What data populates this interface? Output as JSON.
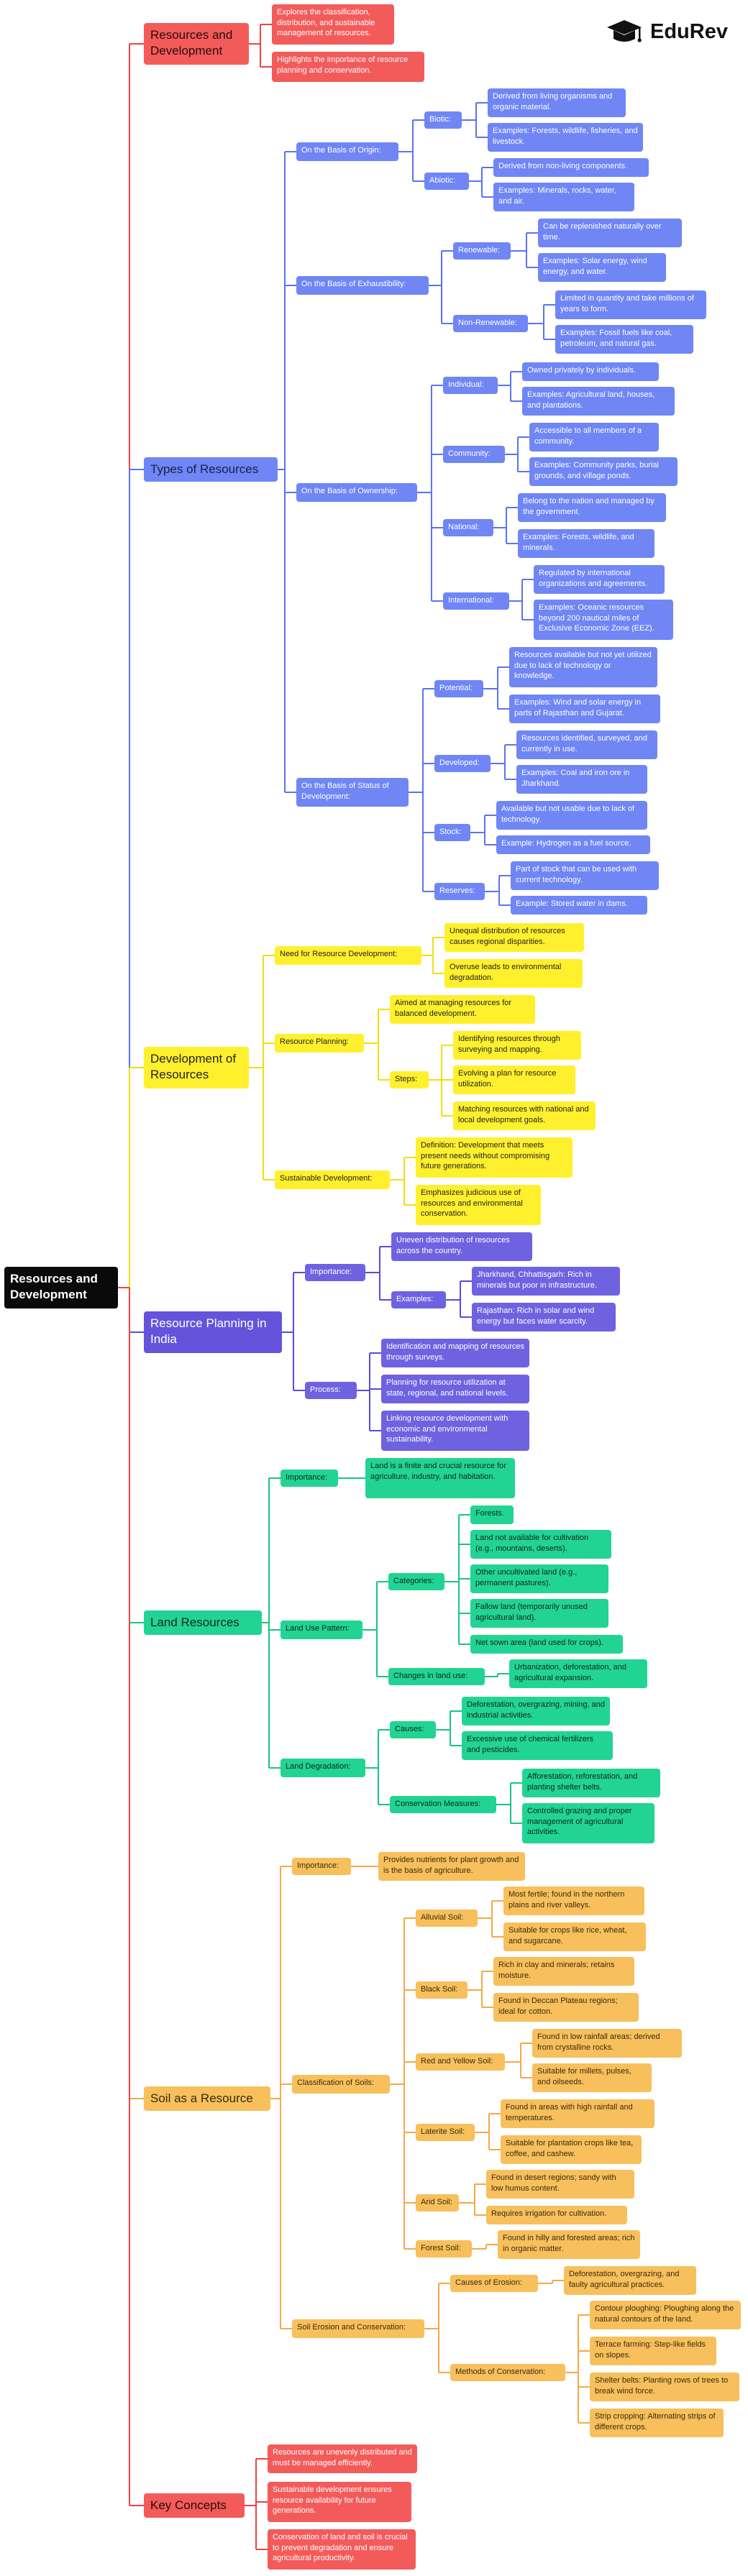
{
  "brand": {
    "name": "EduRev",
    "icon": "graduation-cap-icon"
  },
  "colors": {
    "red": "#f35b5b",
    "blue": "#6f86f4",
    "yellow": "#fff02e",
    "purple": "#6f62e0",
    "green": "#22d494",
    "orange": "#f7c05c"
  },
  "root": "Resources and Development",
  "tree": {
    "resources_and_development": {
      "label": "Resources and Development",
      "items": [
        "Explores the classification, distribution, and sustainable management of resources.",
        "Highlights the importance of resource planning and conservation."
      ]
    },
    "types": {
      "label": "Types of Resources",
      "origin": {
        "label": "On the Basis of Origin:",
        "biotic": {
          "label": "Biotic:",
          "items": [
            "Derived from living organisms and organic material.",
            "Examples: Forests, wildlife, fisheries, and livestock."
          ]
        },
        "abiotic": {
          "label": "Abiotic:",
          "items": [
            "Derived from non-living components.",
            "Examples: Minerals, rocks, water, and air."
          ]
        }
      },
      "exhaustibility": {
        "label": "On the Basis of Exhaustibility:",
        "renewable": {
          "label": "Renewable:",
          "items": [
            "Can be replenished naturally over time.",
            "Examples: Solar energy, wind energy, and water."
          ]
        },
        "nonrenewable": {
          "label": "Non-Renewable:",
          "items": [
            "Limited in quantity and take millions of years to form.",
            "Examples: Fossil fuels like coal, petroleum, and natural gas."
          ]
        }
      },
      "ownership": {
        "label": "On the Basis of Ownership:",
        "individual": {
          "label": "Individual:",
          "items": [
            "Owned privately by individuals.",
            "Examples: Agricultural land, houses, and plantations."
          ]
        },
        "community": {
          "label": "Community:",
          "items": [
            "Accessible to all members of a community.",
            "Examples: Community parks, burial grounds, and village ponds."
          ]
        },
        "national": {
          "label": "National:",
          "items": [
            "Belong to the nation and managed by the government.",
            "Examples: Forests, wildlife, and minerals."
          ]
        },
        "international": {
          "label": "International:",
          "items": [
            "Regulated by international organizations and agreements.",
            "Examples: Oceanic resources beyond 200 nautical miles of Exclusive Economic Zone (EEZ)."
          ]
        }
      },
      "status": {
        "label": "On the Basis of Status of Development:",
        "potential": {
          "label": "Potential:",
          "items": [
            "Resources available but not yet utilized due to lack of technology or knowledge.",
            "Examples: Wind and solar energy in parts of Rajasthan and Gujarat."
          ]
        },
        "developed": {
          "label": "Developed:",
          "items": [
            "Resources identified, surveyed, and currently in use.",
            "Examples: Coal and iron ore in Jharkhand."
          ]
        },
        "stock": {
          "label": "Stock:",
          "items": [
            "Available but not usable due to lack of technology.",
            "Example: Hydrogen as a fuel source."
          ]
        },
        "reserves": {
          "label": "Reserves:",
          "items": [
            "Part of stock that can be used with current technology.",
            "Example: Stored water in dams."
          ]
        }
      }
    },
    "development": {
      "label": "Development of Resources",
      "need": {
        "label": "Need for Resource Development:",
        "items": [
          "Unequal distribution of resources causes regional disparities.",
          "Overuse leads to environmental degradation."
        ]
      },
      "planning": {
        "label": "Resource Planning:",
        "aim": "Aimed at managing resources for balanced development.",
        "steps": {
          "label": "Steps:",
          "items": [
            "Identifying resources through surveying and mapping.",
            "Evolving a plan for resource utilization.",
            "Matching resources with national and local development goals."
          ]
        }
      },
      "sustainable": {
        "label": "Sustainable Development:",
        "items": [
          "Definition: Development that meets present needs without compromising future generations.",
          "Emphasizes judicious use of resources and environmental conservation."
        ]
      }
    },
    "planning_india": {
      "label": "Resource Planning in India",
      "importance": {
        "label": "Importance:",
        "items": [
          "Uneven distribution of resources across the country."
        ]
      },
      "examples": {
        "label": "Examples:",
        "items": [
          "Jharkhand, Chhattisgarh: Rich in minerals but poor in infrastructure.",
          "Rajasthan: Rich in solar and wind energy but faces water scarcity."
        ]
      },
      "process": {
        "label": "Process:",
        "items": [
          "Identification and mapping of resources through surveys.",
          "Planning for resource utilization at state, regional, and national levels.",
          "Linking resource development with economic and environmental sustainability."
        ]
      }
    },
    "land": {
      "label": "Land Resources",
      "importance": {
        "label": "Importance:",
        "items": [
          "Land is a finite and crucial resource for agriculture, industry, and habitation."
        ]
      },
      "pattern": {
        "label": "Land Use Pattern:",
        "categories": {
          "label": "Categories:",
          "items": [
            "Forests.",
            "Land not available for cultivation (e.g., mountains, deserts).",
            "Other uncultivated land (e.g., permanent pastures).",
            "Fallow land (temporarily unused agricultural land).",
            "Net sown area (land used for crops)."
          ]
        },
        "changes": {
          "label": "Changes in land use:",
          "items": [
            "Urbanization, deforestation, and agricultural expansion."
          ]
        }
      },
      "degradation": {
        "label": "Land Degradation:",
        "causes": {
          "label": "Causes:",
          "items": [
            "Deforestation, overgrazing, mining, and industrial activities.",
            "Excessive use of chemical fertilizers and pesticides."
          ]
        },
        "measures": {
          "label": "Conservation Measures:",
          "items": [
            "Afforestation, reforestation, and planting shelter belts.",
            "Controlled grazing and proper management of agricultural activities."
          ]
        }
      }
    },
    "soil": {
      "label": "Soil as a Resource",
      "importance": {
        "label": "Importance:",
        "items": [
          "Provides nutrients for plant growth and is the basis of agriculture."
        ]
      },
      "classification": {
        "label": "Classification of Soils:",
        "alluvial": {
          "label": "Alluvial Soil:",
          "items": [
            "Most fertile; found in the northern plains and river valleys.",
            "Suitable for crops like rice, wheat, and sugarcane."
          ]
        },
        "black": {
          "label": "Black Soil:",
          "items": [
            "Rich in clay and minerals; retains moisture.",
            "Found in Deccan Plateau regions; ideal for cotton."
          ]
        },
        "redyellow": {
          "label": "Red and Yellow Soil:",
          "items": [
            "Found in low rainfall areas; derived from crystalline rocks.",
            "Suitable for millets, pulses, and oilseeds."
          ]
        },
        "laterite": {
          "label": "Laterite Soil:",
          "items": [
            "Found in areas with high rainfall and temperatures.",
            "Suitable for plantation crops like tea, coffee, and cashew."
          ]
        },
        "arid": {
          "label": "Arid Soil:",
          "items": [
            "Found in desert regions; sandy with low humus content.",
            "Requires irrigation for cultivation."
          ]
        },
        "forest": {
          "label": "Forest Soil:",
          "items": [
            "Found in hilly and forested areas; rich in organic matter."
          ]
        }
      },
      "erosion": {
        "label": "Soil Erosion and Conservation:",
        "causes": {
          "label": "Causes of Erosion:",
          "items": [
            "Deforestation, overgrazing, and faulty agricultural practices."
          ]
        },
        "methods": {
          "label": "Methods of Conservation:",
          "items": [
            "Contour ploughing: Ploughing along the natural contours of the land.",
            "Terrace farming: Step-like fields on slopes.",
            "Shelter belts: Planting rows of trees to break wind force.",
            "Strip cropping: Alternating strips of different crops."
          ]
        }
      }
    },
    "key": {
      "label": "Key Concepts",
      "items": [
        "Resources are unevenly distributed and must be managed efficiently.",
        "Sustainable development ensures resource availability for future generations.",
        "Conservation of land and soil is crucial to prevent degradation and ensure agricultural productivity."
      ]
    }
  }
}
